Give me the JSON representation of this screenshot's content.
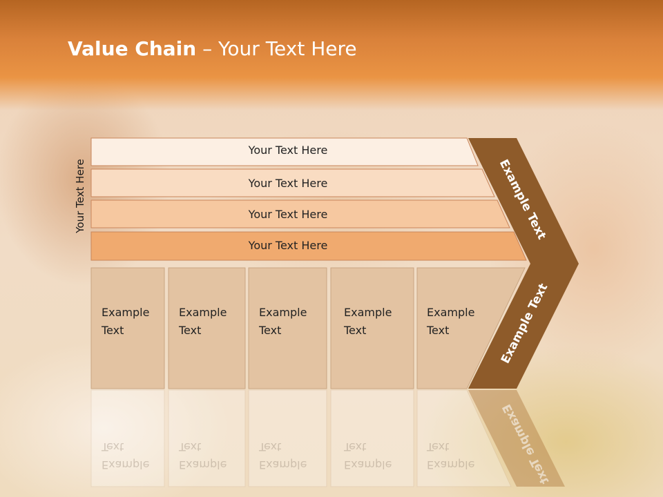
{
  "slide": {
    "title_bold": "Value Chain",
    "title_rest": " – Your Text Here",
    "side_label": "Your Text Here"
  },
  "bars": [
    {
      "label": "Your Text Here",
      "color": "#fcefe3"
    },
    {
      "label": "Your Text Here",
      "color": "#f9dcc2"
    },
    {
      "label": "Your Text Here",
      "color": "#f6c8a0"
    },
    {
      "label": "Your Text Here",
      "color": "#f0aa6f"
    }
  ],
  "columns": [
    {
      "line1": "Example",
      "line2": "Text"
    },
    {
      "line1": "Example",
      "line2": "Text"
    },
    {
      "line1": "Example",
      "line2": "Text"
    },
    {
      "line1": "Example",
      "line2": "Text"
    },
    {
      "line1": "Example",
      "line2": "Text"
    }
  ],
  "arrow": {
    "top_label": "Example Text",
    "bottom_label": "Example Text",
    "color": "#8e5b2a"
  },
  "colors": {
    "header": "#d9813a",
    "column_fill": "#e3c3a2",
    "column_border": "#c9a683"
  }
}
